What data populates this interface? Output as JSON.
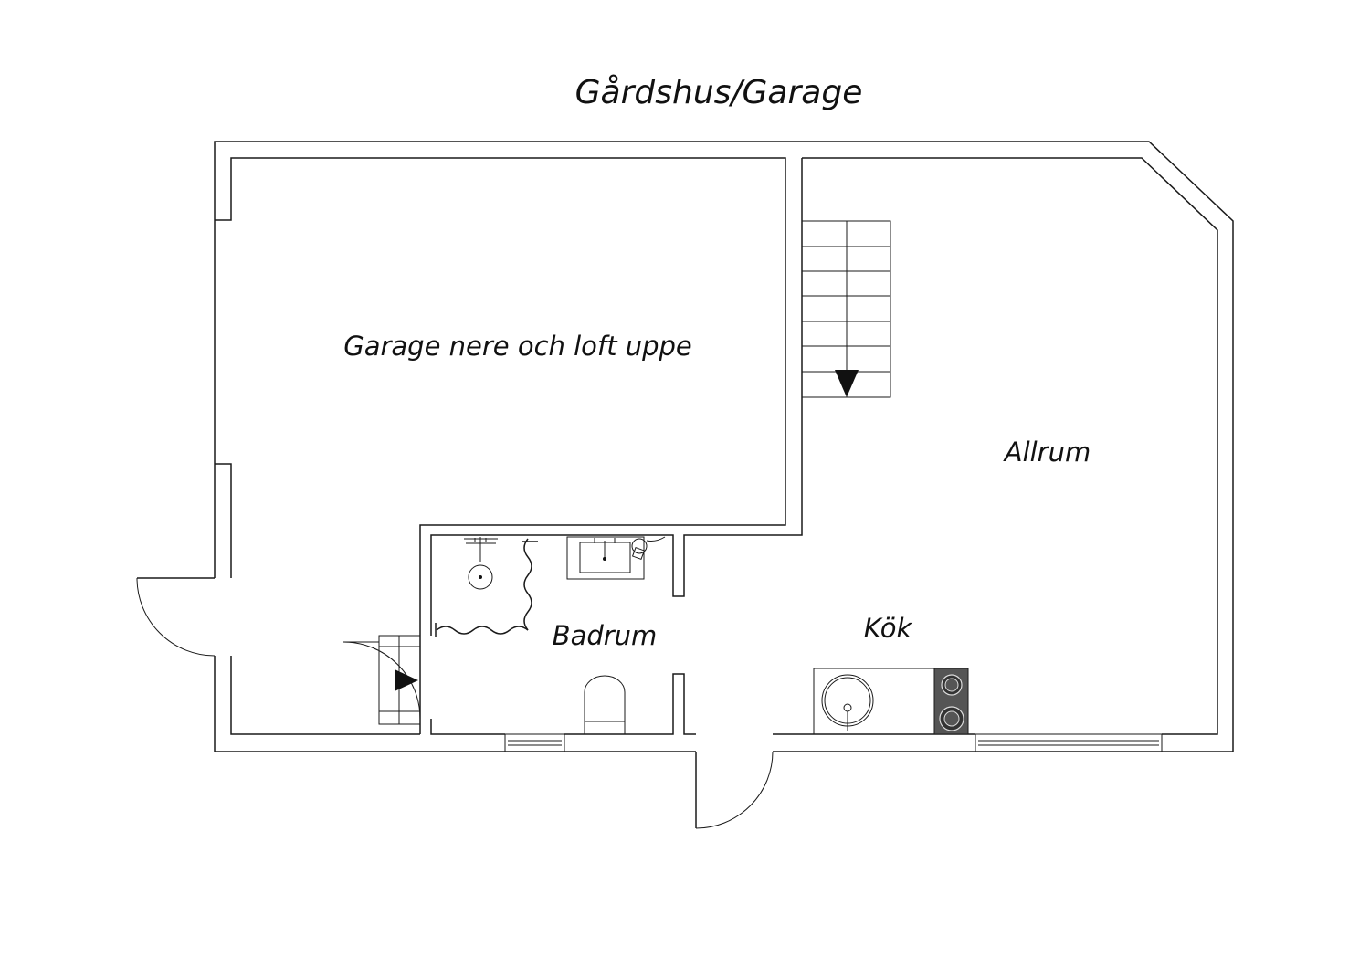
{
  "title": "Gårdshus/Garage",
  "rooms": {
    "garage": "Garage nere och loft uppe",
    "allrum": "Allrum",
    "badrum": "Badrum",
    "kok": "Kök"
  },
  "colors": {
    "line": "#1a1a1a",
    "background": "#ffffff",
    "stove": "#555555"
  },
  "icons": {
    "stairs": "staircase-icon",
    "arrow": "direction-arrow-icon",
    "door": "door-swing-icon",
    "window": "window-icon",
    "toilet": "toilet-icon",
    "sink": "sink-icon",
    "shower": "shower-icon",
    "stove": "stove-icon"
  }
}
